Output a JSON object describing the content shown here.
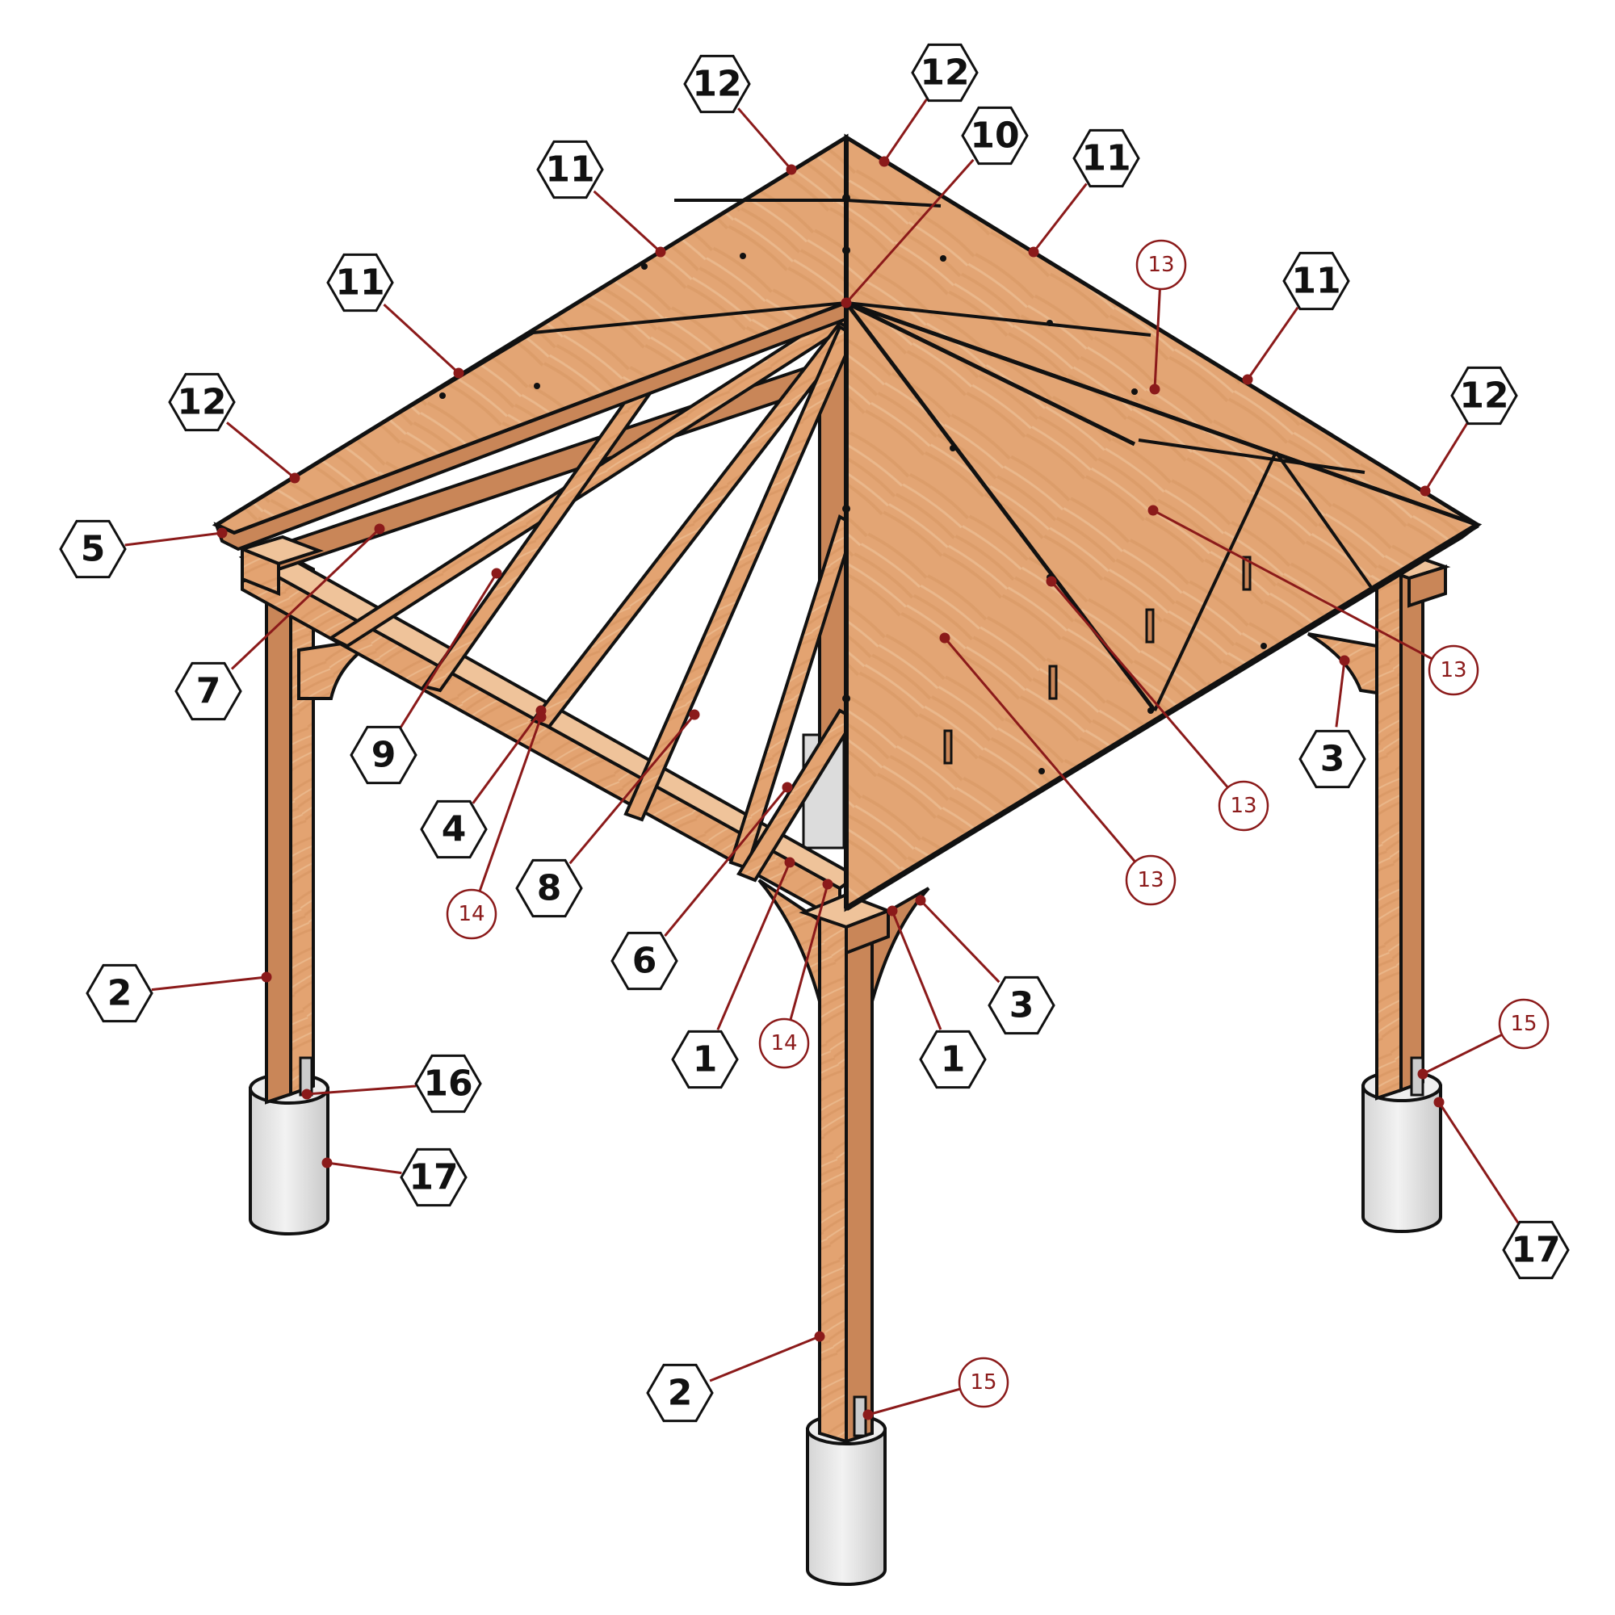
{
  "colors": {
    "wood": "#e3a371",
    "wood_dark": "#c98658",
    "wood_light": "#efc39a",
    "roof": "#e0a06e",
    "roof_shade": "#d89562",
    "outline": "#111111",
    "leader": "#8b1a1a",
    "concrete": "#e6e6e6",
    "concrete_shade": "#cfcfcf"
  },
  "callouts": [
    {
      "id": "c1",
      "label": "12",
      "style": "hex"
    },
    {
      "id": "c2",
      "label": "12",
      "style": "hex"
    },
    {
      "id": "c3",
      "label": "10",
      "style": "hex"
    },
    {
      "id": "c4",
      "label": "11",
      "style": "hex"
    },
    {
      "id": "c5",
      "label": "11",
      "style": "hex"
    },
    {
      "id": "c6",
      "label": "11",
      "style": "hex"
    },
    {
      "id": "c7",
      "label": "11",
      "style": "hex"
    },
    {
      "id": "c8",
      "label": "13",
      "style": "circle"
    },
    {
      "id": "c9",
      "label": "12",
      "style": "hex"
    },
    {
      "id": "c10",
      "label": "12",
      "style": "hex"
    },
    {
      "id": "c11",
      "label": "5",
      "style": "hex"
    },
    {
      "id": "c12",
      "label": "7",
      "style": "hex"
    },
    {
      "id": "c13",
      "label": "9",
      "style": "hex"
    },
    {
      "id": "c14",
      "label": "4",
      "style": "hex"
    },
    {
      "id": "c15",
      "label": "14",
      "style": "circle"
    },
    {
      "id": "c16",
      "label": "8",
      "style": "hex"
    },
    {
      "id": "c17",
      "label": "6",
      "style": "hex"
    },
    {
      "id": "c18",
      "label": "1",
      "style": "hex"
    },
    {
      "id": "c19",
      "label": "14",
      "style": "circle"
    },
    {
      "id": "c20",
      "label": "1",
      "style": "hex"
    },
    {
      "id": "c21",
      "label": "3",
      "style": "hex"
    },
    {
      "id": "c22",
      "label": "3",
      "style": "hex"
    },
    {
      "id": "c23",
      "label": "13",
      "style": "circle"
    },
    {
      "id": "c24",
      "label": "13",
      "style": "circle"
    },
    {
      "id": "c25",
      "label": "13",
      "style": "circle"
    },
    {
      "id": "c26",
      "label": "2",
      "style": "hex"
    },
    {
      "id": "c27",
      "label": "2",
      "style": "hex"
    },
    {
      "id": "c28",
      "label": "16",
      "style": "hex"
    },
    {
      "id": "c29",
      "label": "17",
      "style": "hex"
    },
    {
      "id": "c30",
      "label": "15",
      "style": "circle"
    },
    {
      "id": "c31",
      "label": "17",
      "style": "hex"
    },
    {
      "id": "c32",
      "label": "15",
      "style": "circle"
    }
  ]
}
